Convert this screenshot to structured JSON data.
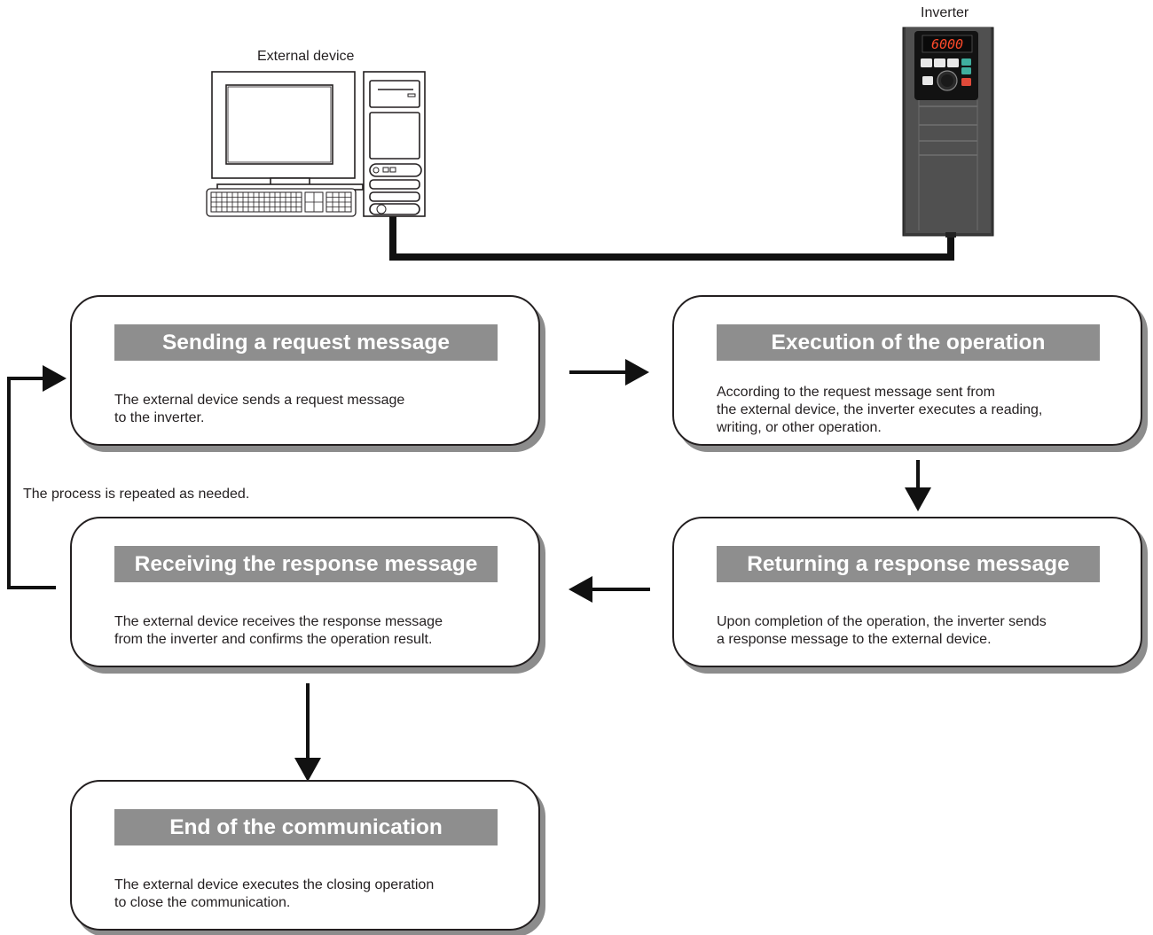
{
  "devices": {
    "external_label": "External device",
    "inverter_label": "Inverter",
    "inverter_display": "6000"
  },
  "steps": [
    {
      "title": "Sending a request message",
      "desc": [
        "The external device sends a request message",
        "to the inverter."
      ]
    },
    {
      "title": "Execution of the operation",
      "desc": [
        "According to the request message sent from",
        "the external device, the inverter executes a reading,",
        "writing, or other operation."
      ]
    },
    {
      "title": "Returning a response message",
      "desc": [
        "Upon completion of the operation, the inverter sends",
        "a response message to the external device."
      ]
    },
    {
      "title": "Receiving the response message",
      "desc": [
        "The external device receives the response message",
        "from the inverter and confirms the operation result."
      ]
    },
    {
      "title": "End of the communication",
      "desc": [
        "The external device executes the closing operation",
        "to close the communication."
      ]
    }
  ],
  "loop_note": "The process is repeated as needed.",
  "colors": {
    "box_title_bg": "#8e8e8e",
    "line": "#231f20",
    "shadow": "#8c8c8c",
    "inverter_body": "#4a4a4a",
    "display_digits": "#ff4a2a"
  }
}
